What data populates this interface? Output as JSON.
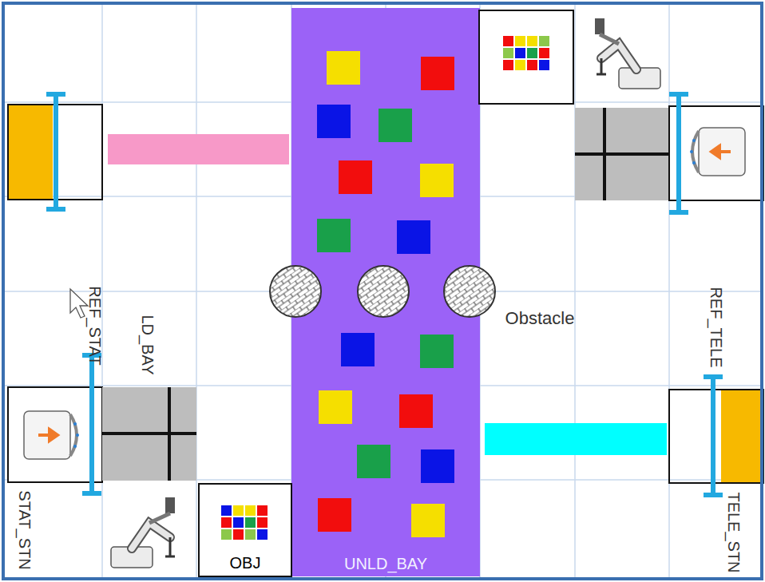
{
  "diagram": {
    "nodes": [
      {
        "text": [
          "UNLD_BAY"
        ]
      },
      {
        "text": [
          "OBJ"
        ]
      }
    ],
    "labels": [
      "REF_STAT",
      "LD_BAY",
      "STAT_STN",
      "Obstacle",
      "REF_TELE",
      "TELE_STN"
    ]
  }
}
